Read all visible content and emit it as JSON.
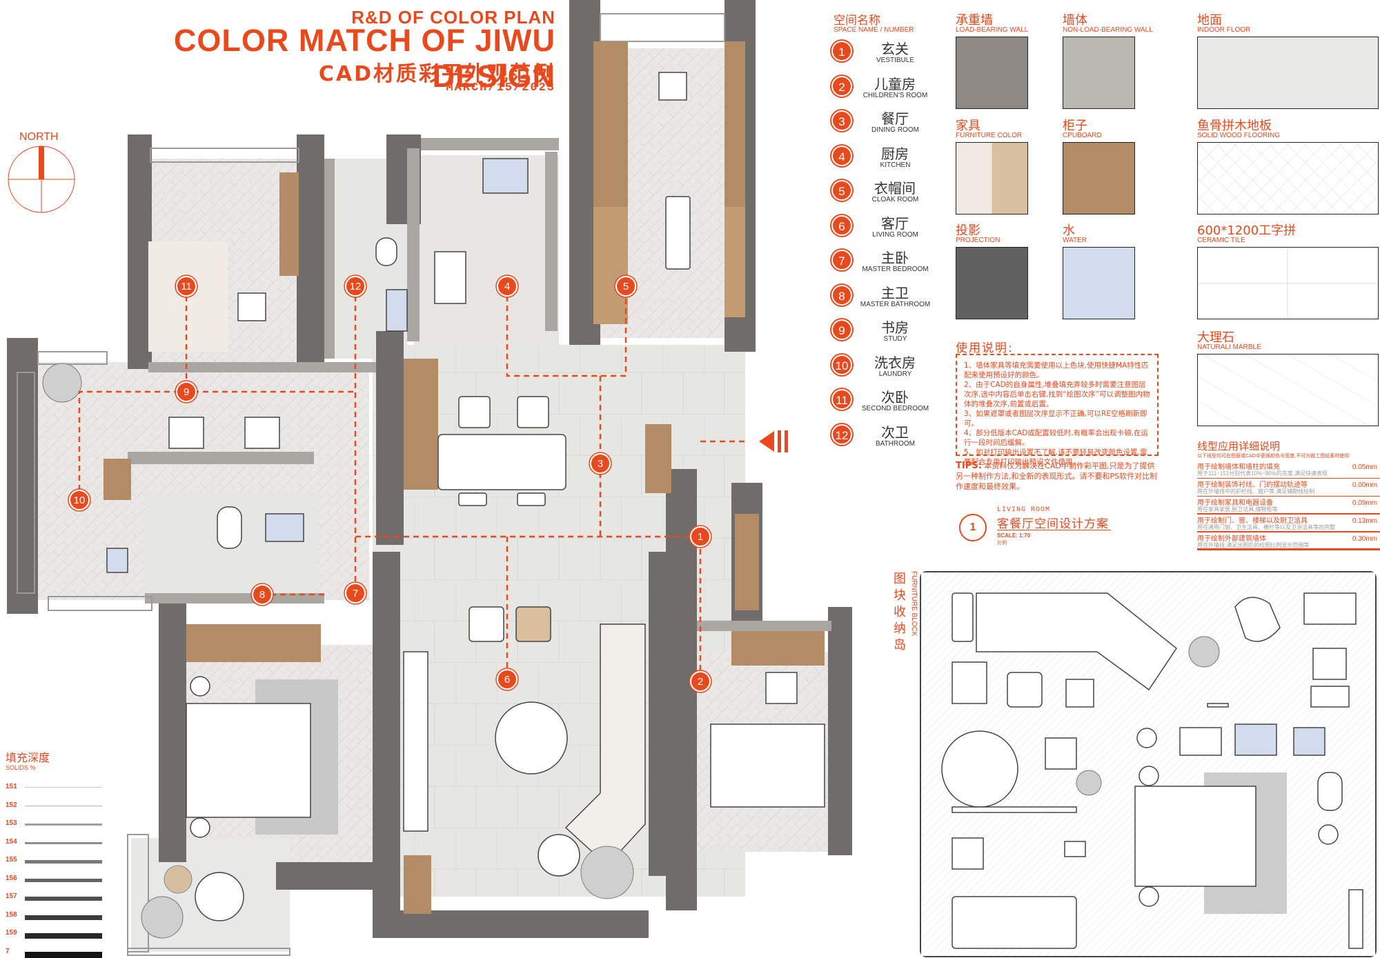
{
  "header": {
    "subtitle": "R&D OF COLOR PLAN",
    "title": "COLOR MATCH OF JIWU DESIGN",
    "chinese_title": "CAD材质彩平外观范例",
    "date": "MARCH/15/2023"
  },
  "compass": {
    "label": "NORTH"
  },
  "space_list": {
    "header_cn": "空间名称",
    "header_en": "SPACE NAME / NUMBER",
    "items": [
      {
        "num": "1",
        "cn": "玄关",
        "en": "VESTIBULE"
      },
      {
        "num": "2",
        "cn": "儿童房",
        "en": "CHILDREN'S ROOM"
      },
      {
        "num": "3",
        "cn": "餐厅",
        "en": "DINING ROOM"
      },
      {
        "num": "4",
        "cn": "厨房",
        "en": "KITCHEN"
      },
      {
        "num": "5",
        "cn": "衣帽间",
        "en": "CLOAK ROOM"
      },
      {
        "num": "6",
        "cn": "客厅",
        "en": "LIVING ROOM"
      },
      {
        "num": "7",
        "cn": "主卧",
        "en": "MASTER BEDROOM"
      },
      {
        "num": "8",
        "cn": "主卫",
        "en": "MASTER BATHROOM"
      },
      {
        "num": "9",
        "cn": "书房",
        "en": "STUDY"
      },
      {
        "num": "10",
        "cn": "洗衣房",
        "en": "LAUNDRY"
      },
      {
        "num": "11",
        "cn": "次卧",
        "en": "SECOND BEDROOM"
      },
      {
        "num": "12",
        "cn": "次卫",
        "en": "BATHROOM"
      }
    ]
  },
  "swatches": [
    {
      "cn": "承重墙",
      "en": "LOAD-BEARING WALL",
      "color": "#8e8985"
    },
    {
      "cn": "墙体",
      "en": "NON-LOAD-BEARING WALL",
      "color": "#b9b7b1"
    },
    {
      "cn": "家具",
      "en": "FURNITURE COLOR",
      "color": "#efe9e2",
      "color2": "#d8c0a1"
    },
    {
      "cn": "柜子",
      "en": "CPUBOARD",
      "color": "#b38b65"
    },
    {
      "cn": "投影",
      "en": "PROJECTION",
      "color": "#606060"
    },
    {
      "cn": "水",
      "en": "WATER",
      "color": "#d3dcec"
    }
  ],
  "floors": [
    {
      "cn": "地面",
      "en": "INDOOR FLOOR",
      "color": "#e8e8e6"
    },
    {
      "cn": "鱼骨拼木地板",
      "en": "SOLID WOOD FLOORING",
      "color": "#ffffff"
    },
    {
      "cn": "600*1200工字拼",
      "en": "CERAMIC TILE",
      "color": "#ffffff"
    },
    {
      "cn": "大理石",
      "en": "NATURALI MARBLE",
      "color": "#ffffff"
    }
  ],
  "usage": {
    "title": "使用说明:",
    "lines": [
      "1、墙体家具等填充需要使用以上色块,使用快捷MA特性匹配来使用预设好的颜色。",
      "2、由于CAD的自身属性,堆叠填充弄较多时需要注意图层次序,选中内容后单击右键,找到“绘图次序”可以调整图内物体的堆叠次序,前置或后置。",
      "3、如果遮罩或者图层次序显示不正确,可以RE空格刷新即可。",
      "4、部分低版本CAD或配置较低时,有概率会出现卡顿,在运行一段时间后缓解。",
      "5、如对打印输出设置不了解,请不要轻易改变颜色设置,需要配合专用打印输出预设文件使用。"
    ],
    "tips_label": "TIPS:",
    "tips": "本资料仅为解决在CAD中制作彩平图,只是为了提供另一种制作方法,和全新的表现形式。请不要和PS软件对比制作速度和最终效果。"
  },
  "living_room_label": {
    "num": "1",
    "en": "LIVING ROOM",
    "cn": "客餐厅空间设计方案",
    "scale": "SCALE: 1:70",
    "scale_cn": "比例"
  },
  "line_weights": {
    "title": "线型应用详细说明",
    "subtitle": "以下线型均可在图层或CAD中更换颜色与宽度,不可为施工图纸素材使用",
    "rows": [
      {
        "t1": "用于绘制墙体和墙柱的填充",
        "t2": "用于111~151分别代表10%~90%的灰度,满足快速表现",
        "v": "0.05mm"
      },
      {
        "t1": "用于绘制装饰衬线、门的摆动轨迹等",
        "t2": "用在外墙线中的护栏线、窗户等,满足辅助线绘制",
        "v": "0.00mm"
      },
      {
        "t1": "用于绘制家具和电器设备",
        "t2": "用在家具家居,厨卫洁具,储物柜等",
        "v": "0.09mm"
      },
      {
        "t1": "用于绘制门、窗、楼梯以及厨卫洁具",
        "t2": "用在通用门窗、卫生洁具、栅栏等以及卫浴洁具等的完整",
        "v": "0.13mm"
      },
      {
        "t1": "用于绘制外部建筑墙体",
        "t2": "用在外墙线,满足出图后的绘图比例显示范围等",
        "v": "0.30mm"
      }
    ]
  },
  "solids": {
    "title": "填充深度",
    "subtitle": "SOLIDS %",
    "rows": [
      "151",
      "152",
      "153",
      "154",
      "155",
      "156",
      "157",
      "158",
      "159",
      "7"
    ]
  },
  "block": {
    "title_cn": "图块收纳岛",
    "title_en": "FURNITURE BLOCK"
  },
  "markers": [
    "1",
    "2",
    "3",
    "4",
    "5",
    "6",
    "7",
    "8",
    "9",
    "10",
    "11",
    "12"
  ]
}
